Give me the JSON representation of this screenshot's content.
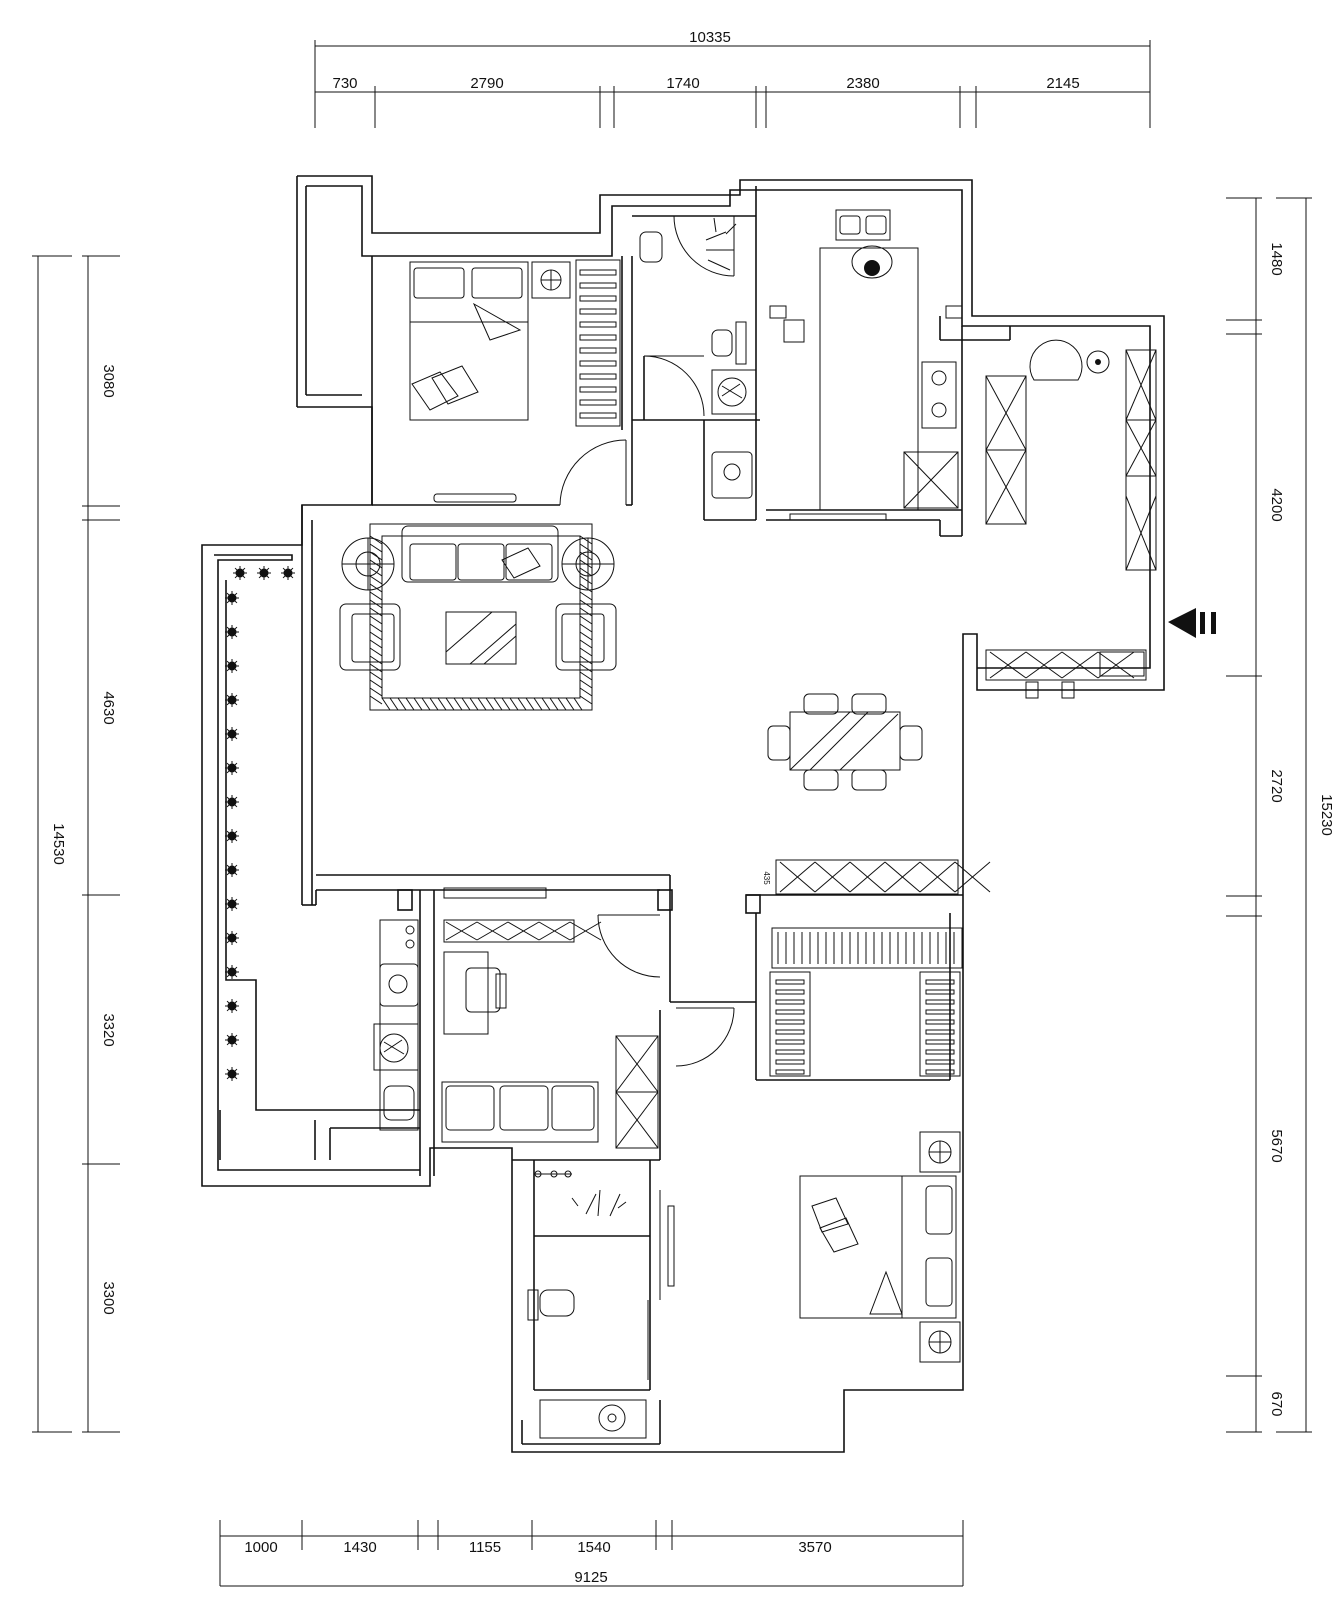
{
  "dims": {
    "top_total": "10335",
    "top_segments": [
      "730",
      "2790",
      "1740",
      "2380",
      "2145"
    ],
    "bottom_total": "9125",
    "bottom_segments": [
      "1000",
      "1430",
      "1155",
      "1540",
      "3570"
    ],
    "left_total": "14530",
    "left_segments": [
      "3080",
      "4630",
      "3320",
      "3300"
    ],
    "right_total": "15230",
    "right_segments": [
      "1480",
      "4200",
      "2720",
      "5670",
      "670"
    ],
    "cabinet_note": "435"
  },
  "colors": {
    "line": "#111111",
    "background": "#ffffff"
  }
}
